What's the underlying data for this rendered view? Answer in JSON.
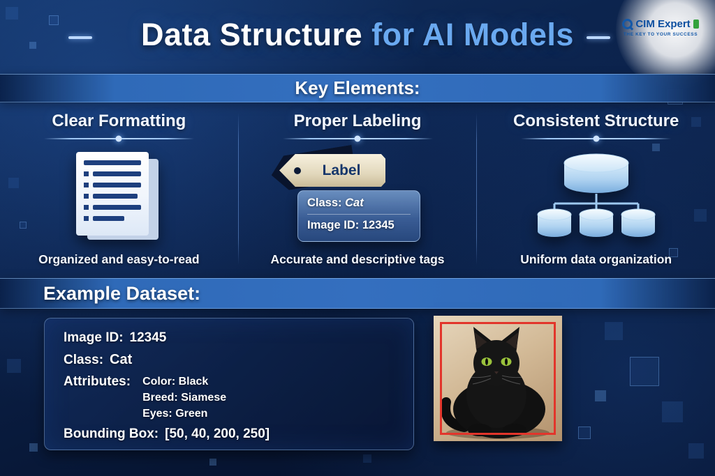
{
  "title": {
    "part1": "Data Structure",
    "part2": " for AI Models"
  },
  "logo": {
    "text": "CIM Expert",
    "tagline": "THE KEY TO YOUR SUCCESS"
  },
  "key_elements": {
    "heading": "Key Elements:",
    "columns": [
      {
        "title": "Clear Formatting",
        "caption": "Organized and easy-to-read",
        "icon": "document-list-icon"
      },
      {
        "title": "Proper Labeling",
        "caption": "Accurate and descriptive tags",
        "icon": "label-tag-icon",
        "tag_text": "Label",
        "card": {
          "class_label": "Class:",
          "class_value": "Cat",
          "image_id": "Image ID: 12345"
        }
      },
      {
        "title": "Consistent Structure",
        "caption": "Uniform data organization",
        "icon": "database-hierarchy-icon"
      }
    ]
  },
  "example_dataset": {
    "heading": "Example Dataset:",
    "image_id_label": "Image ID:",
    "image_id_value": "12345",
    "class_label": "Class:",
    "class_value": "Cat",
    "attributes_label": "Attributes:",
    "attributes": [
      "Color: Black",
      "Breed: Siamese",
      "Eyes: Green"
    ],
    "bounding_box_label": "Bounding Box:",
    "bounding_box_value": "[50, 40, 200, 250]"
  },
  "colors": {
    "background_navy": "#0b2149",
    "banner_blue": "#346fbf",
    "title_accent_blue": "#6aa9f0",
    "tag_beige": "#e2d8bc",
    "card_blue": "#3e629b",
    "bounding_box_red": "#e2352b",
    "cat_eye_green": "#9ac23c"
  }
}
